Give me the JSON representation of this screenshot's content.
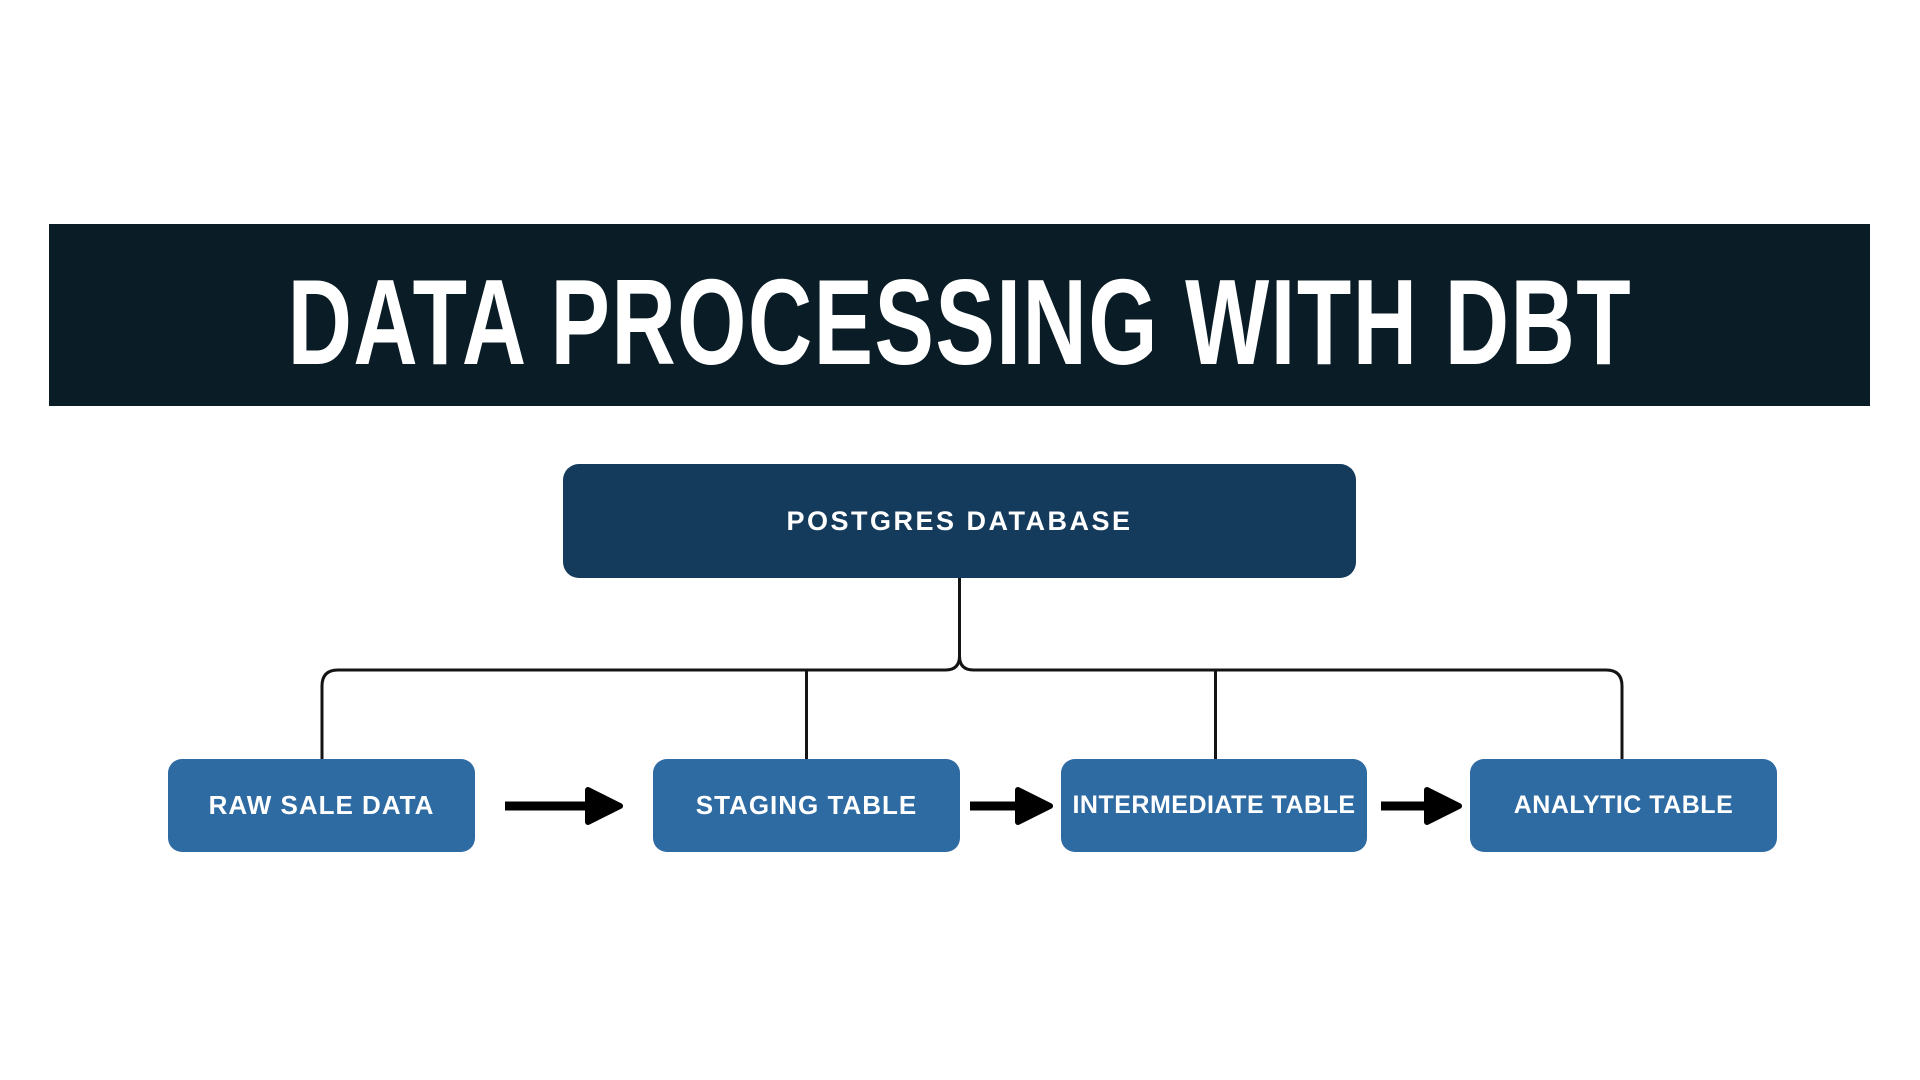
{
  "title": "DATA PROCESSING WITH DBT",
  "colors": {
    "page_bg": "#ffffff",
    "banner_bg": "#0a1c26",
    "banner_text": "#ffffff",
    "database_box_bg": "#143a5c",
    "table_box_bg": "#2e6ba3",
    "box_text": "#ffffff",
    "connector": "#141414",
    "arrow": "#000000"
  },
  "diagram": {
    "database": {
      "label": "POSTGRES DATABASE"
    },
    "tables": [
      {
        "label": "RAW SALE DATA"
      },
      {
        "label": "STAGING TABLE"
      },
      {
        "label": "INTERMEDIATE TABLE"
      },
      {
        "label": "ANALYTIC TABLE"
      }
    ],
    "icons": {
      "flow_arrow": "right-arrow-icon",
      "flow_arrow_count": 3
    }
  }
}
